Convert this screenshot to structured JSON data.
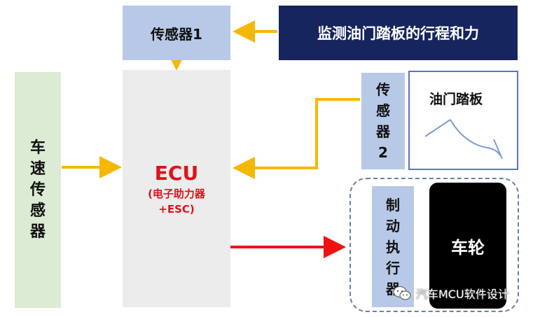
{
  "sensor1": {
    "label": "传感器1"
  },
  "monitor": {
    "label": "监测油门踏板的行程和力"
  },
  "speed_sensor": {
    "label": "车速传感器"
  },
  "ecu": {
    "title": "ECU",
    "sub1": "(电子助力器",
    "sub2": "+ESC)"
  },
  "sensor2": {
    "label": "传感器2"
  },
  "pedal": {
    "label": "油门踏板"
  },
  "brake_actuator": {
    "label": "制动执行器"
  },
  "wheel": {
    "label": "车轮"
  },
  "watermark": {
    "text": "汽车MCU软件设计",
    "icon": "wechat-icon"
  },
  "colors": {
    "sensor_blue": "#b7c9e6",
    "banner_navy": "#16255e",
    "speed_green": "#dcebd3",
    "ecu_gray": "#ececec",
    "ecu_red": "#e0121a",
    "arrow_yellow": "#f5b700",
    "arrow_red": "#ee1111"
  }
}
